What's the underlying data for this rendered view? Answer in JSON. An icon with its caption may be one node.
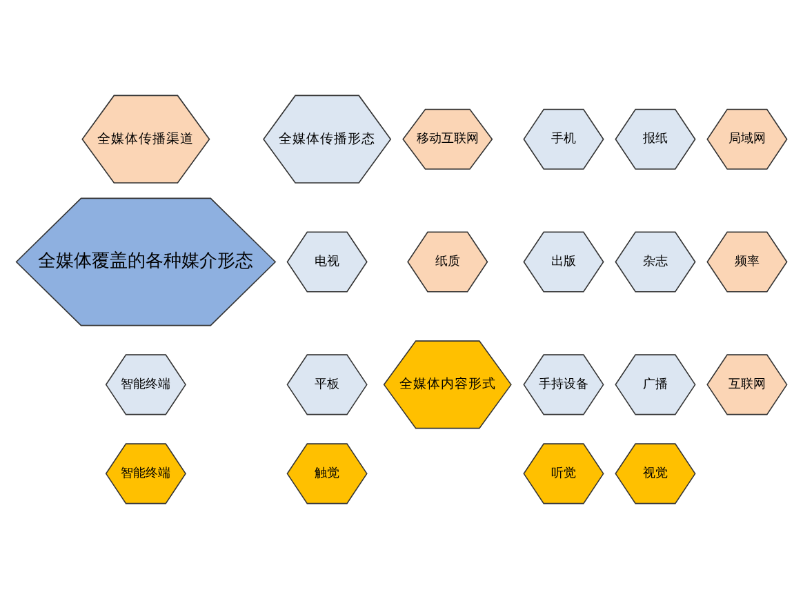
{
  "diagram": {
    "nodes": [
      {
        "text": [
          "全媒体覆盖的各种媒介形态"
        ]
      },
      {
        "text": [
          "全媒体传播形态"
        ]
      },
      {
        "text": [
          "全媒体传播渠道"
        ]
      },
      {
        "text": [
          "全媒体内容形式"
        ]
      },
      {
        "text": [
          "手机"
        ]
      },
      {
        "text": [
          "报纸"
        ]
      },
      {
        "text": [
          "杂志"
        ]
      },
      {
        "text": [
          "电视"
        ]
      },
      {
        "text": [
          "出版"
        ]
      },
      {
        "text": [
          "广播"
        ]
      },
      {
        "text": [
          "平板"
        ]
      },
      {
        "text": [
          "手持设备"
        ]
      },
      {
        "text": [
          "智能终端"
        ]
      },
      {
        "text": [
          "移动互联网"
        ]
      },
      {
        "text": [
          "局域网"
        ]
      },
      {
        "text": [
          "纸质"
        ]
      },
      {
        "text": [
          "频率"
        ]
      },
      {
        "text": [
          "互联网"
        ]
      },
      {
        "text": [
          "视觉"
        ]
      },
      {
        "text": [
          "听觉"
        ]
      },
      {
        "text": [
          "触觉"
        ]
      },
      {
        "text": [
          "智能终端"
        ]
      }
    ],
    "edges": []
  }
}
